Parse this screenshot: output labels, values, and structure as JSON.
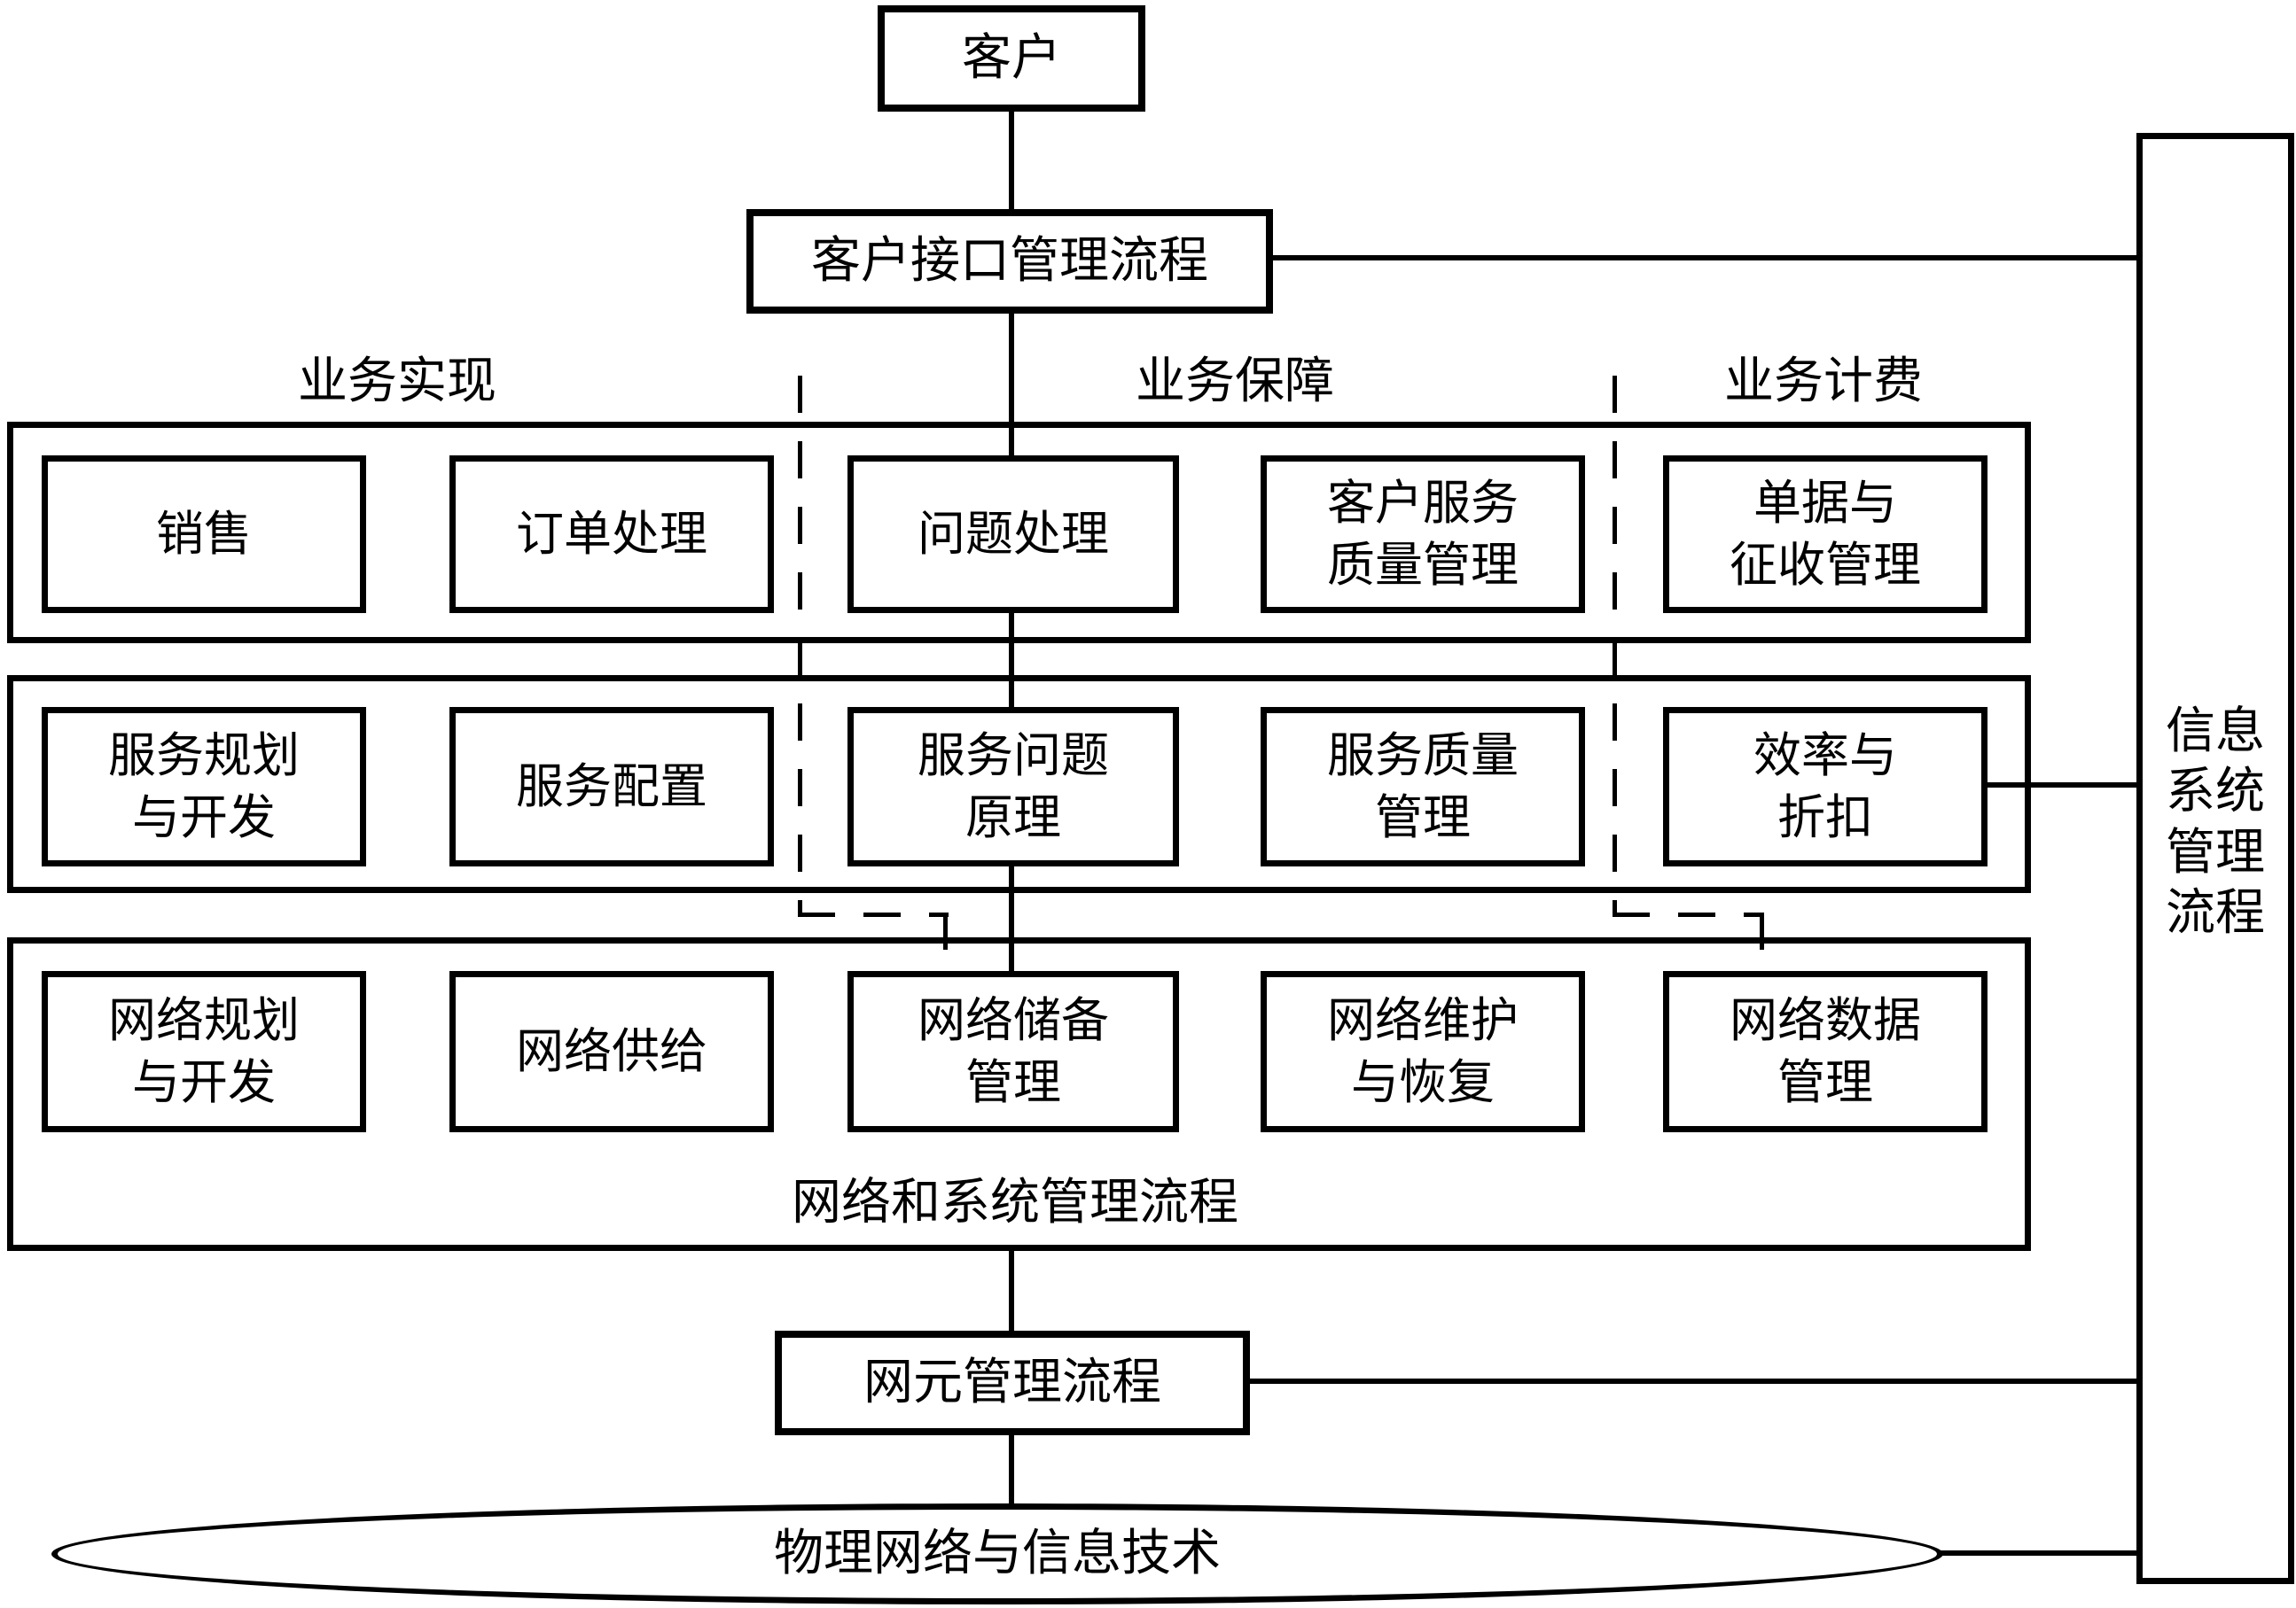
{
  "nodes": {
    "customer": "客户",
    "customer_interface": "客户接口管理流程",
    "network_element": "网元管理流程",
    "physical_network": "物理网络与信息技术",
    "info_system": "信息\n系统\n管理\n流程"
  },
  "section_labels": {
    "fulfillment": "业务实现",
    "assurance": "业务保障",
    "billing": "业务计费"
  },
  "rows": [
    {
      "boxes": [
        "销售",
        "订单处理",
        "问题处理",
        "客户服务\n质量管理",
        "单据与\n征收管理"
      ]
    },
    {
      "boxes": [
        "服务规划\n与开发",
        "服务配置",
        "服务问题\n原理",
        "服务质量\n管理",
        "效率与\n折扣"
      ]
    },
    {
      "boxes": [
        "网络规划\n与开发",
        "网络供给",
        "网络储备\n管理",
        "网络维护\n与恢复",
        "网络数据\n管理"
      ],
      "label": "网络和系统管理流程"
    }
  ],
  "colors": {
    "line": "#000000",
    "background": "#ffffff"
  }
}
